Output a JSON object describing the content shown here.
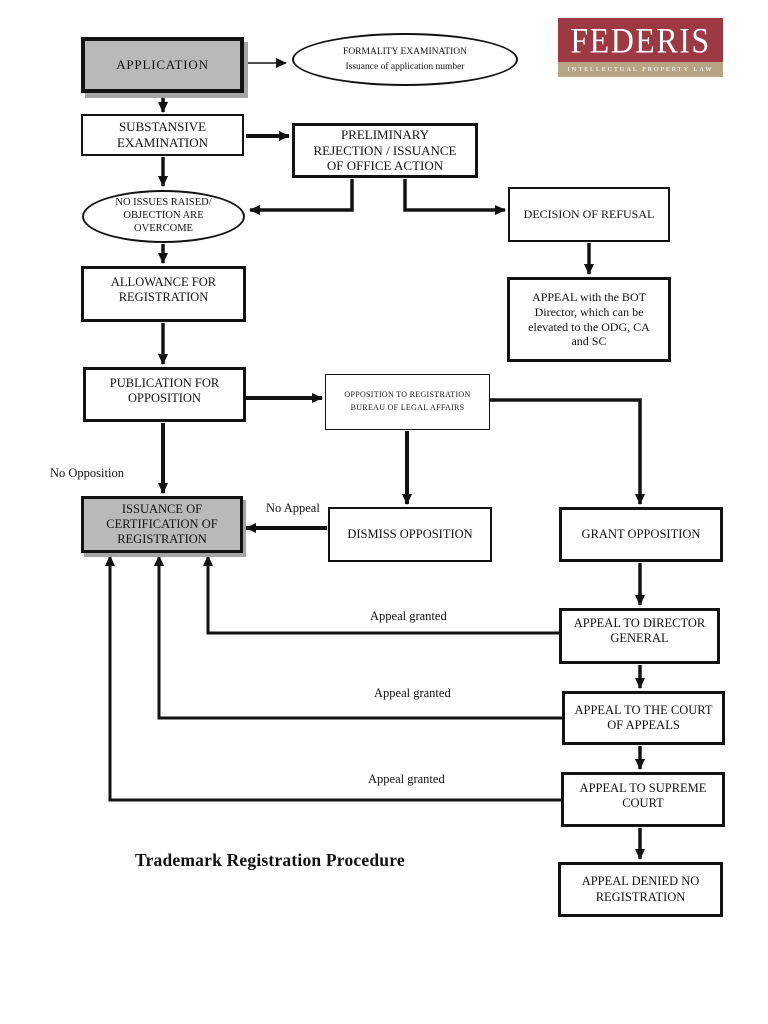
{
  "title": "Trademark Registration Procedure",
  "logo": {
    "wordmark": "FEDERIS",
    "tagline": "INTELLECTUAL PROPERTY LAW",
    "brand_color": "#9d3942",
    "tagline_bar_color": "#b5a584"
  },
  "colors": {
    "node_gray_fill": "#b9b9b9",
    "line_black": "#121212",
    "page_background": "#ffffff"
  },
  "flowchart": {
    "nodes": [
      {
        "id": "application",
        "label": "APPLICATION",
        "shape": "rect",
        "fill": "gray"
      },
      {
        "id": "formality",
        "label": "FORMALITY EXAMINATION",
        "sublabel": "Issuance of application number",
        "shape": "ellipse",
        "fill": "white"
      },
      {
        "id": "substansive",
        "label": "SUBSTANSIVE EXAMINATION",
        "shape": "rect",
        "fill": "white"
      },
      {
        "id": "preliminary",
        "label": "PRELIMINARY REJECTION / ISSUANCE OF OFFICE ACTION",
        "shape": "rect",
        "fill": "white"
      },
      {
        "id": "no_issues",
        "label": "NO ISSUES RAISED/ OBJECTION ARE OVERCOME",
        "shape": "ellipse",
        "fill": "white"
      },
      {
        "id": "decision_refusal",
        "label": "DECISION OF REFUSAL",
        "shape": "rect",
        "fill": "white"
      },
      {
        "id": "appeal_bot",
        "label": "APPEAL with the BOT Director, which can be elevated to the ODG, CA and SC",
        "shape": "rect",
        "fill": "white"
      },
      {
        "id": "allowance",
        "label": "ALLOWANCE FOR REGISTRATION",
        "shape": "rect",
        "fill": "white"
      },
      {
        "id": "publication",
        "label": "PUBLICATION FOR OPPOSITION",
        "shape": "rect",
        "fill": "white"
      },
      {
        "id": "opposition_bla",
        "label": "OPPOSITION TO REGISTRATION BUREAU OF LEGAL AFFAIRS",
        "shape": "rect",
        "fill": "white"
      },
      {
        "id": "issuance",
        "label": "ISSUANCE OF CERTIFICATION OF REGISTRATION",
        "shape": "rect",
        "fill": "gray"
      },
      {
        "id": "dismiss",
        "label": "DISMISS OPPOSITION",
        "shape": "rect",
        "fill": "white"
      },
      {
        "id": "grant",
        "label": "GRANT OPPOSITION",
        "shape": "rect",
        "fill": "white"
      },
      {
        "id": "director_general",
        "label": "APPEAL TO DIRECTOR GENERAL",
        "shape": "rect",
        "fill": "white"
      },
      {
        "id": "court_appeals",
        "label": "APPEAL TO THE COURT OF APPEALS",
        "shape": "rect",
        "fill": "white"
      },
      {
        "id": "supreme_court",
        "label": "APPEAL TO SUPREME COURT",
        "shape": "rect",
        "fill": "white"
      },
      {
        "id": "appeal_denied",
        "label": "APPEAL DENIED NO REGISTRATION",
        "shape": "rect",
        "fill": "white"
      }
    ],
    "edge_labels": [
      {
        "id": "no_opposition",
        "text": "No Opposition"
      },
      {
        "id": "no_appeal",
        "text": "No Appeal"
      },
      {
        "id": "appeal_granted_1",
        "text": "Appeal granted"
      },
      {
        "id": "appeal_granted_2",
        "text": "Appeal granted"
      },
      {
        "id": "appeal_granted_3",
        "text": "Appeal granted"
      }
    ],
    "edges": [
      {
        "from": "application",
        "to": "formality"
      },
      {
        "from": "application",
        "to": "substansive"
      },
      {
        "from": "substansive",
        "to": "preliminary"
      },
      {
        "from": "substansive",
        "to": "no_issues"
      },
      {
        "from": "preliminary",
        "to": "no_issues"
      },
      {
        "from": "preliminary",
        "to": "decision_refusal"
      },
      {
        "from": "decision_refusal",
        "to": "appeal_bot"
      },
      {
        "from": "no_issues",
        "to": "allowance"
      },
      {
        "from": "allowance",
        "to": "publication"
      },
      {
        "from": "publication",
        "to": "opposition_bla"
      },
      {
        "from": "publication",
        "to": "issuance",
        "label": "No Opposition"
      },
      {
        "from": "opposition_bla",
        "to": "dismiss"
      },
      {
        "from": "opposition_bla",
        "to": "grant"
      },
      {
        "from": "dismiss",
        "to": "issuance",
        "label": "No Appeal"
      },
      {
        "from": "grant",
        "to": "director_general"
      },
      {
        "from": "director_general",
        "to": "court_appeals"
      },
      {
        "from": "director_general",
        "to": "issuance",
        "label": "Appeal granted"
      },
      {
        "from": "court_appeals",
        "to": "supreme_court"
      },
      {
        "from": "court_appeals",
        "to": "issuance",
        "label": "Appeal granted"
      },
      {
        "from": "supreme_court",
        "to": "appeal_denied"
      },
      {
        "from": "supreme_court",
        "to": "issuance",
        "label": "Appeal granted"
      }
    ]
  }
}
